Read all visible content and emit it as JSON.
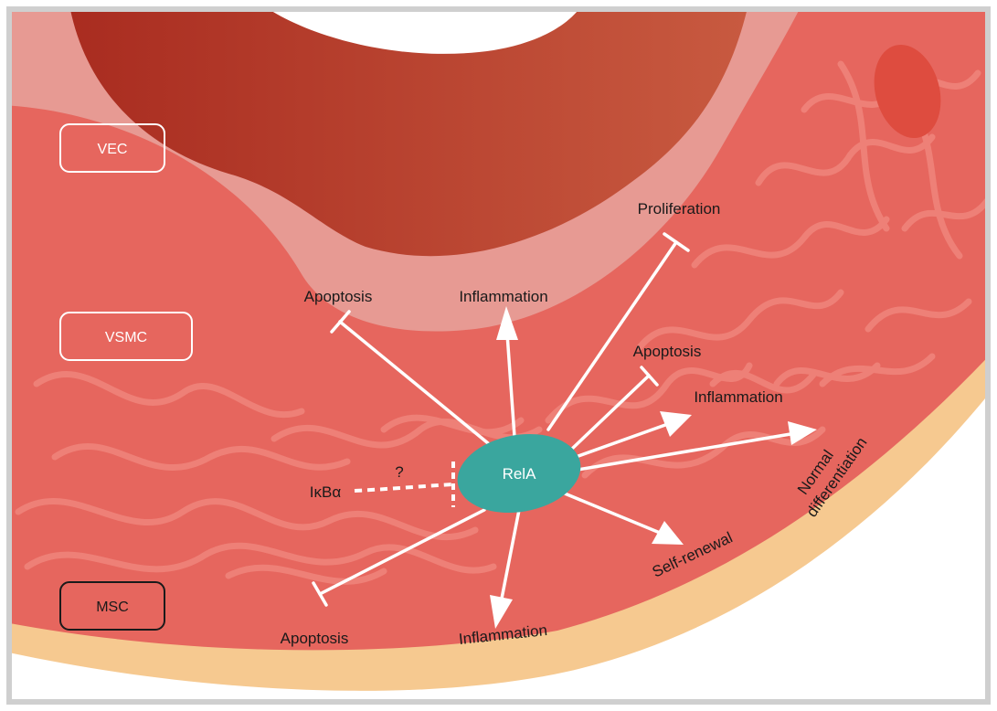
{
  "layers": [
    {
      "name": "VEC"
    },
    {
      "name": "VSMC"
    },
    {
      "name": "MSC"
    }
  ],
  "center": {
    "label": "RelA"
  },
  "inhibitor": {
    "label": "IκBα",
    "question": "?"
  },
  "effects": {
    "vec_proliferation": "Proliferation",
    "vsmc_apoptosis": "Apoptosis",
    "vsmc_inflammation": "Inflammation",
    "mid_apoptosis": "Apoptosis",
    "mid_inflammation": "Inflammation",
    "normal": "Normal",
    "differentiation": "differentiation",
    "self_renewal": "Self-renewal",
    "msc_inflammation": "Inflammation",
    "msc_apoptosis": "Apoptosis"
  },
  "colors": {
    "lumen_dark": "#b63527",
    "intima_pink": "#e79a93",
    "media_red": "#e6675f",
    "adventitia_orange": "#f6c990",
    "fiber": "#f0857c",
    "rela_teal": "#3aa69e",
    "frame": "#cfcfcf"
  }
}
